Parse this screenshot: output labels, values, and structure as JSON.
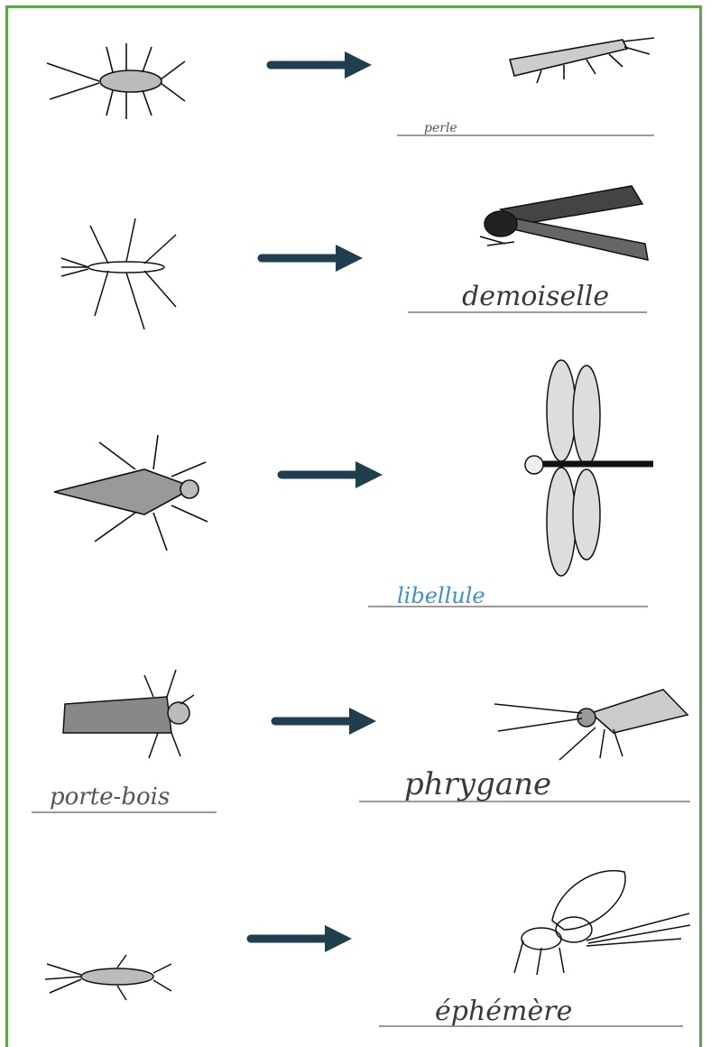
{
  "worksheet": {
    "rows": [
      {
        "adult_name": "perle"
      },
      {
        "adult_name": "demoiselle"
      },
      {
        "adult_name": "libellule"
      },
      {
        "larva_name": "porte-bois",
        "adult_name": "phrygane"
      },
      {
        "adult_name": "éphémère"
      }
    ],
    "colors": {
      "border": "#5aa845",
      "arrow": "#1f3f4f",
      "ink_pencil": "#3a3a3a",
      "ink_blue": "#3a8fd8"
    },
    "icons": [
      "stonefly-larva-icon",
      "stonefly-adult-icon",
      "damselfly-larva-icon",
      "damselfly-adult-icon",
      "dragonfly-larva-icon",
      "dragonfly-adult-icon",
      "caddisfly-larva-icon",
      "caddisfly-adult-icon",
      "mayfly-larva-icon",
      "mayfly-adult-icon",
      "arrow-right-icon"
    ]
  }
}
